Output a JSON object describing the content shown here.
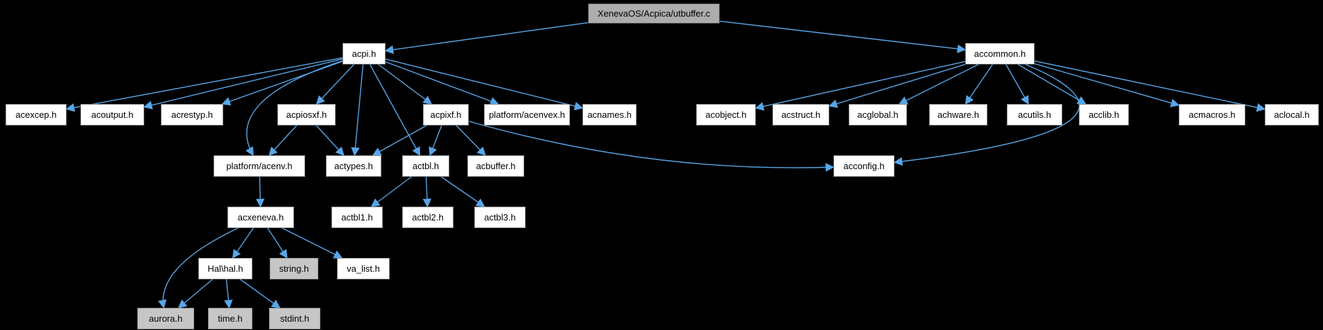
{
  "colors": {
    "background": "#000000",
    "edge": "#58A6E8",
    "node_fill": "#ffffff",
    "node_border": "#8f8f8f",
    "gray_node_fill": "#c6c6c6",
    "root_node_fill": "#adadad",
    "text": "#000000"
  },
  "nodes": [
    {
      "id": "utbuffer",
      "label": "XenevaOS/Acpica/utbuffer.c",
      "kind": "root"
    },
    {
      "id": "acpi",
      "label": "acpi.h",
      "kind": "header"
    },
    {
      "id": "accommon",
      "label": "accommon.h",
      "kind": "header"
    },
    {
      "id": "acexcep",
      "label": "acexcep.h",
      "kind": "header"
    },
    {
      "id": "acoutput",
      "label": "acoutput.h",
      "kind": "header"
    },
    {
      "id": "acrestyp",
      "label": "acrestyp.h",
      "kind": "header"
    },
    {
      "id": "acpiosxf",
      "label": "acpiosxf.h",
      "kind": "header"
    },
    {
      "id": "acpixf",
      "label": "acpixf.h",
      "kind": "header"
    },
    {
      "id": "acenvex",
      "label": "platform/acenvex.h",
      "kind": "header"
    },
    {
      "id": "acnames",
      "label": "acnames.h",
      "kind": "header"
    },
    {
      "id": "acobject",
      "label": "acobject.h",
      "kind": "header"
    },
    {
      "id": "acstruct",
      "label": "acstruct.h",
      "kind": "header"
    },
    {
      "id": "acglobal",
      "label": "acglobal.h",
      "kind": "header"
    },
    {
      "id": "achware",
      "label": "achware.h",
      "kind": "header"
    },
    {
      "id": "acutils",
      "label": "acutils.h",
      "kind": "header"
    },
    {
      "id": "acclib",
      "label": "acclib.h",
      "kind": "header"
    },
    {
      "id": "acmacros",
      "label": "acmacros.h",
      "kind": "header"
    },
    {
      "id": "aclocal",
      "label": "aclocal.h",
      "kind": "header"
    },
    {
      "id": "acenv",
      "label": "platform/acenv.h",
      "kind": "header"
    },
    {
      "id": "actypes",
      "label": "actypes.h",
      "kind": "header"
    },
    {
      "id": "actbl",
      "label": "actbl.h",
      "kind": "header"
    },
    {
      "id": "acbuffer",
      "label": "acbuffer.h",
      "kind": "header"
    },
    {
      "id": "acconfig",
      "label": "acconfig.h",
      "kind": "header"
    },
    {
      "id": "acxeneva",
      "label": "acxeneva.h",
      "kind": "header"
    },
    {
      "id": "actbl1",
      "label": "actbl1.h",
      "kind": "header"
    },
    {
      "id": "actbl2",
      "label": "actbl2.h",
      "kind": "header"
    },
    {
      "id": "actbl3",
      "label": "actbl3.h",
      "kind": "header"
    },
    {
      "id": "hal",
      "label": "Hal\\hal.h",
      "kind": "header"
    },
    {
      "id": "string",
      "label": "string.h",
      "kind": "system"
    },
    {
      "id": "valist",
      "label": "va_list.h",
      "kind": "header"
    },
    {
      "id": "aurora",
      "label": "aurora.h",
      "kind": "system"
    },
    {
      "id": "time",
      "label": "time.h",
      "kind": "system"
    },
    {
      "id": "stdint",
      "label": "stdint.h",
      "kind": "system"
    }
  ],
  "edges": [
    {
      "from": "utbuffer",
      "to": "acpi"
    },
    {
      "from": "utbuffer",
      "to": "accommon"
    },
    {
      "from": "acpi",
      "to": "acexcep"
    },
    {
      "from": "acpi",
      "to": "acoutput"
    },
    {
      "from": "acpi",
      "to": "acrestyp"
    },
    {
      "from": "acpi",
      "to": "acpiosxf"
    },
    {
      "from": "acpi",
      "to": "acpixf"
    },
    {
      "from": "acpi",
      "to": "acenvex"
    },
    {
      "from": "acpi",
      "to": "acnames"
    },
    {
      "from": "acpi",
      "to": "acenv"
    },
    {
      "from": "acpi",
      "to": "actypes"
    },
    {
      "from": "acpi",
      "to": "actbl"
    },
    {
      "from": "accommon",
      "to": "acobject"
    },
    {
      "from": "accommon",
      "to": "acstruct"
    },
    {
      "from": "accommon",
      "to": "acglobal"
    },
    {
      "from": "accommon",
      "to": "achware"
    },
    {
      "from": "accommon",
      "to": "acutils"
    },
    {
      "from": "accommon",
      "to": "acclib"
    },
    {
      "from": "accommon",
      "to": "acmacros"
    },
    {
      "from": "accommon",
      "to": "aclocal"
    },
    {
      "from": "accommon",
      "to": "acconfig"
    },
    {
      "from": "acpiosxf",
      "to": "acenv"
    },
    {
      "from": "acpiosxf",
      "to": "actypes"
    },
    {
      "from": "acpixf",
      "to": "actypes"
    },
    {
      "from": "acpixf",
      "to": "actbl"
    },
    {
      "from": "acpixf",
      "to": "acbuffer"
    },
    {
      "from": "acpixf",
      "to": "acconfig"
    },
    {
      "from": "actbl",
      "to": "actbl1"
    },
    {
      "from": "actbl",
      "to": "actbl2"
    },
    {
      "from": "actbl",
      "to": "actbl3"
    },
    {
      "from": "acenv",
      "to": "acxeneva"
    },
    {
      "from": "acxeneva",
      "to": "hal"
    },
    {
      "from": "acxeneva",
      "to": "string"
    },
    {
      "from": "acxeneva",
      "to": "valist"
    },
    {
      "from": "acxeneva",
      "to": "aurora"
    },
    {
      "from": "hal",
      "to": "aurora"
    },
    {
      "from": "hal",
      "to": "time"
    },
    {
      "from": "hal",
      "to": "stdint"
    }
  ]
}
